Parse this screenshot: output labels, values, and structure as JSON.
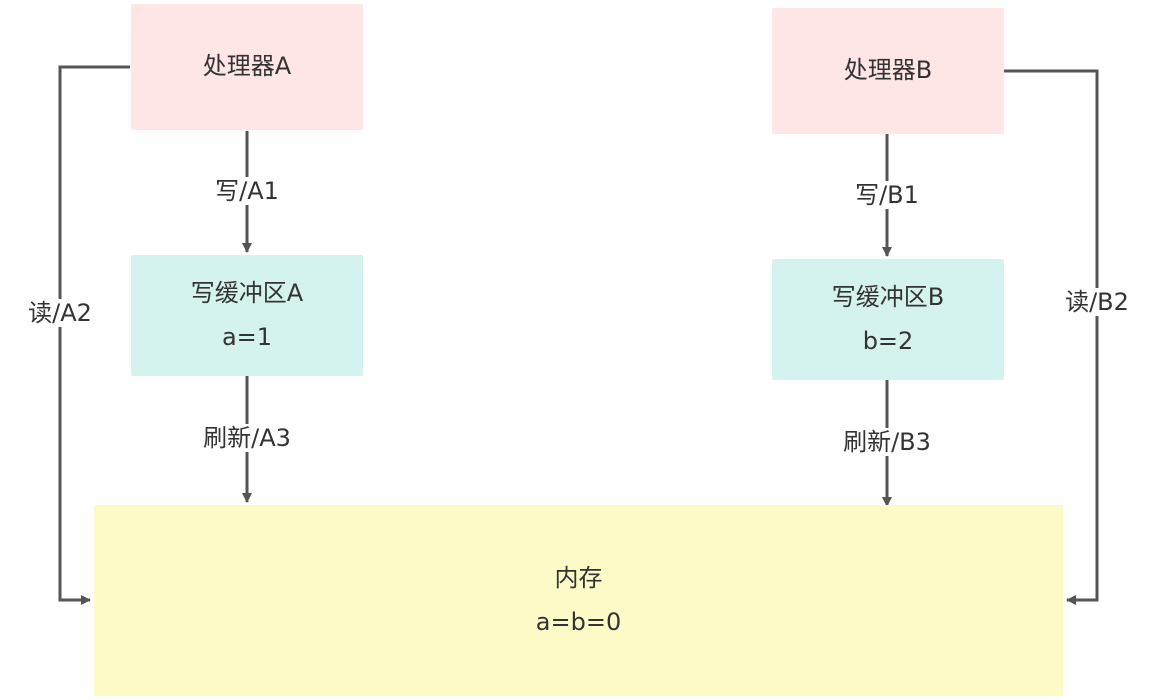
{
  "diagram": {
    "processor_a": {
      "title": "处理器A"
    },
    "processor_b": {
      "title": "处理器B"
    },
    "buffer_a": {
      "title": "写缓冲区A",
      "value": "a=1"
    },
    "buffer_b": {
      "title": "写缓冲区B",
      "value": "b=2"
    },
    "memory": {
      "title": "内存",
      "value": "a=b=0"
    },
    "edges": {
      "write_a": "写/A1",
      "flush_a": "刷新/A3",
      "read_a": "读/A2",
      "write_b": "写/B1",
      "flush_b": "刷新/B3",
      "read_b": "读/B2"
    },
    "colors": {
      "processor_fill": "#ffe6e6",
      "buffer_fill": "#d4f3ee",
      "memory_fill": "#fcfbc8",
      "line": "#555555",
      "text": "#333333"
    }
  }
}
